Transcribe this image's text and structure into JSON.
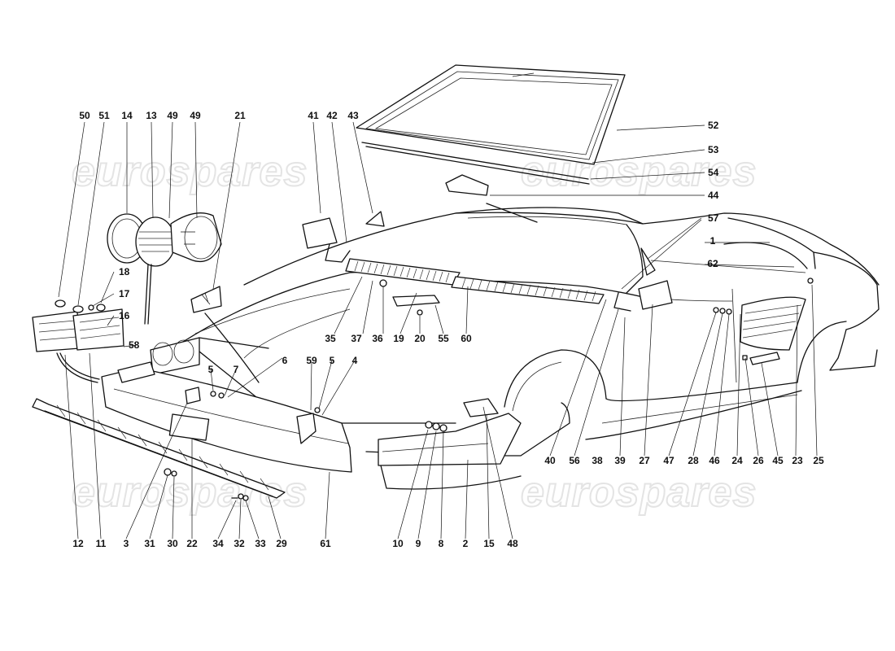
{
  "watermark": {
    "text": "eurospares"
  },
  "callouts": [
    {
      "id": "c50",
      "text": "50"
    },
    {
      "id": "c51",
      "text": "51"
    },
    {
      "id": "c14",
      "text": "14"
    },
    {
      "id": "c13",
      "text": "13"
    },
    {
      "id": "c49a",
      "text": "49"
    },
    {
      "id": "c49b",
      "text": "49"
    },
    {
      "id": "c21",
      "text": "21"
    },
    {
      "id": "c41",
      "text": "41"
    },
    {
      "id": "c42",
      "text": "42"
    },
    {
      "id": "c43",
      "text": "43"
    },
    {
      "id": "c52",
      "text": "52"
    },
    {
      "id": "c53",
      "text": "53"
    },
    {
      "id": "c54",
      "text": "54"
    },
    {
      "id": "c44",
      "text": "44"
    },
    {
      "id": "c57",
      "text": "57"
    },
    {
      "id": "c1",
      "text": "1"
    },
    {
      "id": "c62",
      "text": "62"
    },
    {
      "id": "c18",
      "text": "18"
    },
    {
      "id": "c17",
      "text": "17"
    },
    {
      "id": "c16",
      "text": "16"
    },
    {
      "id": "c58",
      "text": "58"
    },
    {
      "id": "c35",
      "text": "35"
    },
    {
      "id": "c37",
      "text": "37"
    },
    {
      "id": "c36",
      "text": "36"
    },
    {
      "id": "c19",
      "text": "19"
    },
    {
      "id": "c20",
      "text": "20"
    },
    {
      "id": "c55",
      "text": "55"
    },
    {
      "id": "c60",
      "text": "60"
    },
    {
      "id": "c6",
      "text": "6"
    },
    {
      "id": "c5a",
      "text": "5"
    },
    {
      "id": "c7",
      "text": "7"
    },
    {
      "id": "c59",
      "text": "59"
    },
    {
      "id": "c5b",
      "text": "5"
    },
    {
      "id": "c4",
      "text": "4"
    },
    {
      "id": "c40",
      "text": "40"
    },
    {
      "id": "c56",
      "text": "56"
    },
    {
      "id": "c38",
      "text": "38"
    },
    {
      "id": "c39",
      "text": "39"
    },
    {
      "id": "c27",
      "text": "27"
    },
    {
      "id": "c47",
      "text": "47"
    },
    {
      "id": "c28",
      "text": "28"
    },
    {
      "id": "c46",
      "text": "46"
    },
    {
      "id": "c24",
      "text": "24"
    },
    {
      "id": "c26",
      "text": "26"
    },
    {
      "id": "c45",
      "text": "45"
    },
    {
      "id": "c23",
      "text": "23"
    },
    {
      "id": "c25",
      "text": "25"
    },
    {
      "id": "c12",
      "text": "12"
    },
    {
      "id": "c11",
      "text": "11"
    },
    {
      "id": "c3",
      "text": "3"
    },
    {
      "id": "c31",
      "text": "31"
    },
    {
      "id": "c30",
      "text": "30"
    },
    {
      "id": "c22",
      "text": "22"
    },
    {
      "id": "c34",
      "text": "34"
    },
    {
      "id": "c32",
      "text": "32"
    },
    {
      "id": "c33",
      "text": "33"
    },
    {
      "id": "c29",
      "text": "29"
    },
    {
      "id": "c61",
      "text": "61"
    },
    {
      "id": "c10",
      "text": "10"
    },
    {
      "id": "c9",
      "text": "9"
    },
    {
      "id": "c8",
      "text": "8"
    },
    {
      "id": "c2",
      "text": "2"
    },
    {
      "id": "c15",
      "text": "15"
    },
    {
      "id": "c48",
      "text": "48"
    }
  ]
}
